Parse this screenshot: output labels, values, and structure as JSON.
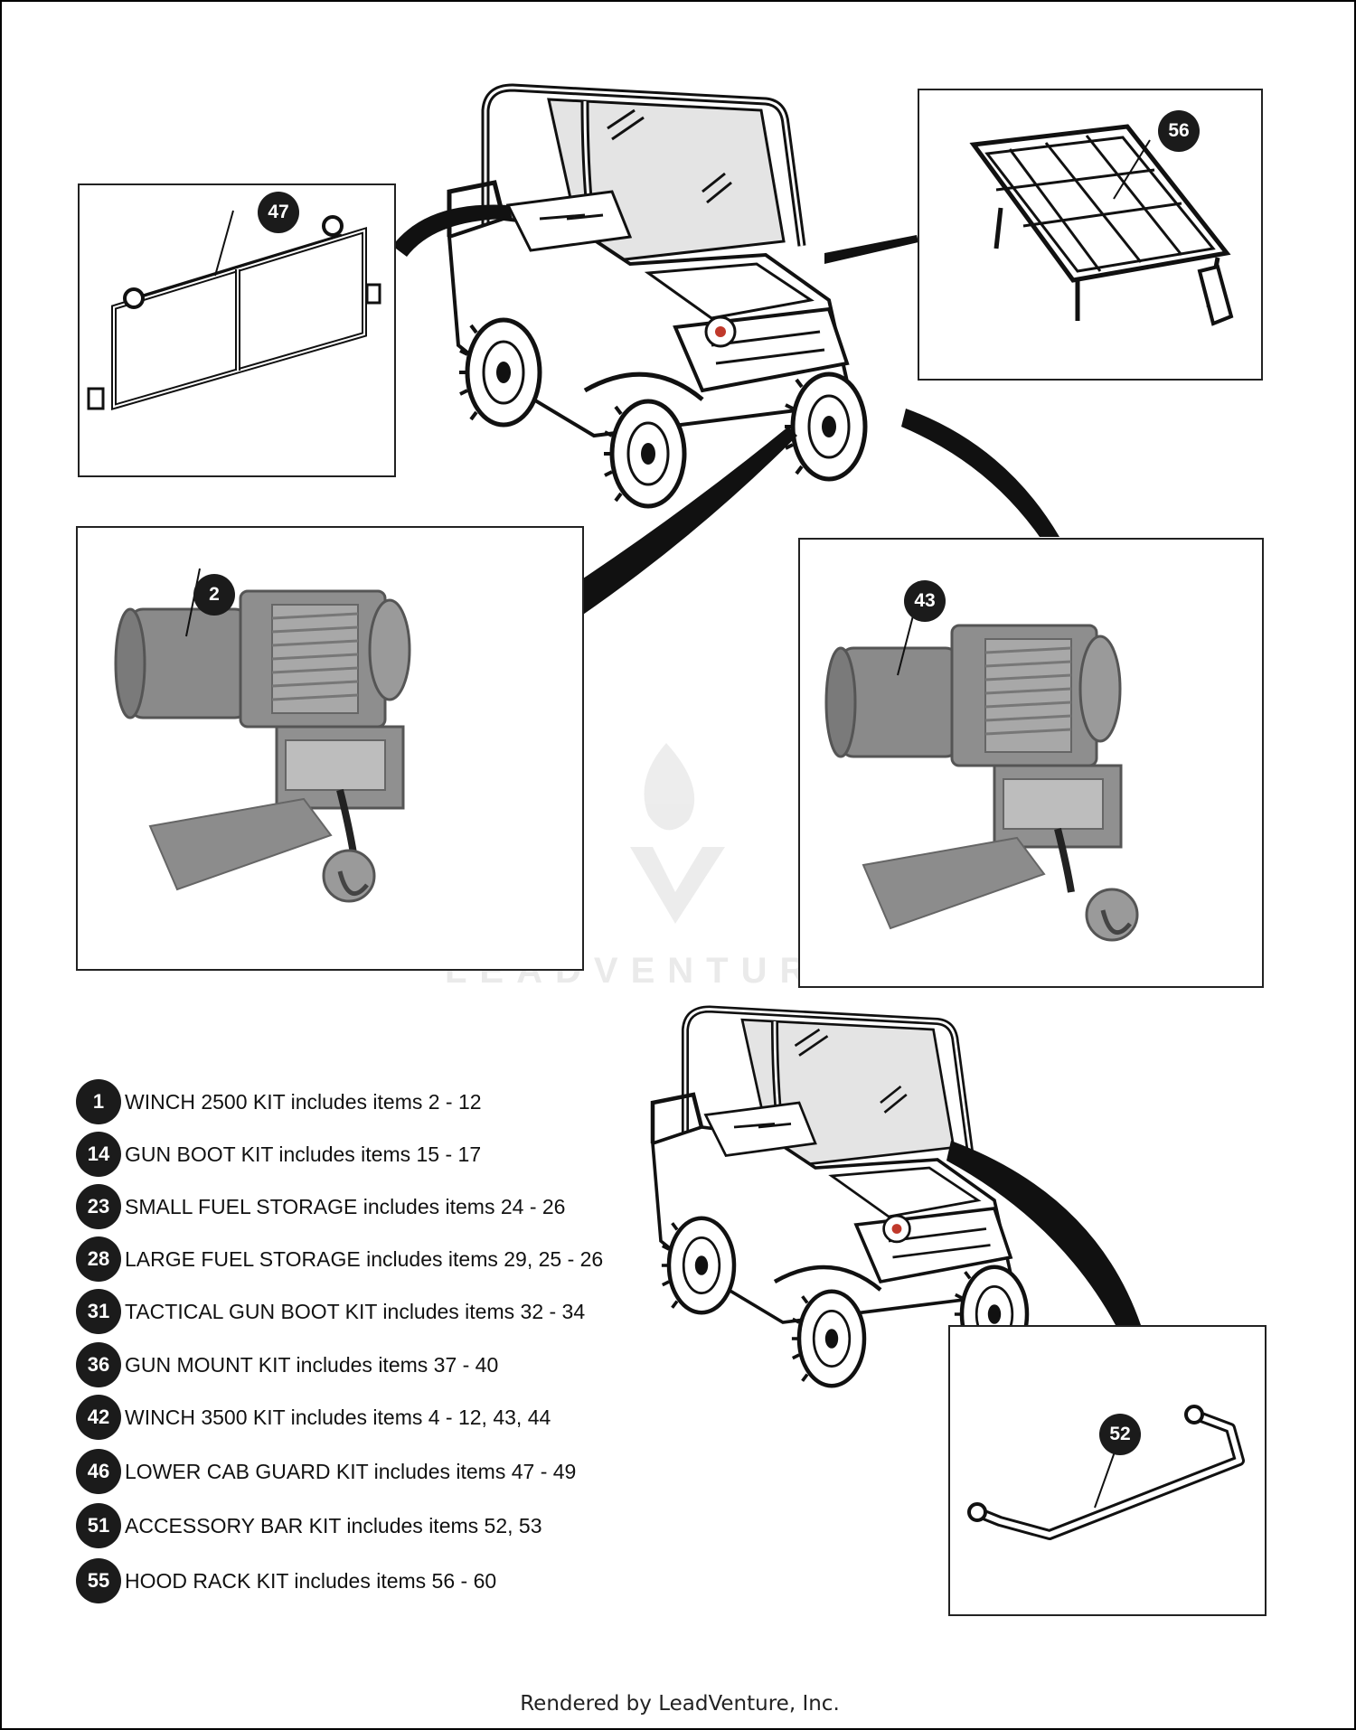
{
  "watermark": {
    "text": "LEADVENTURE"
  },
  "callouts": {
    "c47": "47",
    "c56": "56",
    "c2": "2",
    "c43": "43",
    "c52": "52"
  },
  "kits": [
    {
      "num": "1",
      "text": "WINCH 2500 KIT includes items 2 - 12"
    },
    {
      "num": "14",
      "text": "GUN BOOT KIT includes items 15 - 17"
    },
    {
      "num": "23",
      "text": "SMALL FUEL STORAGE includes items 24 - 26"
    },
    {
      "num": "28",
      "text": "LARGE FUEL STORAGE includes items 29, 25 - 26"
    },
    {
      "num": "31",
      "text": "TACTICAL GUN BOOT KIT includes items 32 - 34"
    },
    {
      "num": "36",
      "text": "GUN MOUNT KIT includes items 37 - 40"
    },
    {
      "num": "42",
      "text": "WINCH 3500 KIT includes items 4 - 12, 43, 44"
    },
    {
      "num": "46",
      "text": "LOWER CAB GUARD KIT includes items 47 - 49"
    },
    {
      "num": "51",
      "text": "ACCESSORY BAR KIT includes items 52, 53"
    },
    {
      "num": "55",
      "text": "HOOD RACK KIT includes items 56 - 60"
    }
  ],
  "footer": {
    "text": "Rendered by LeadVenture, Inc."
  }
}
